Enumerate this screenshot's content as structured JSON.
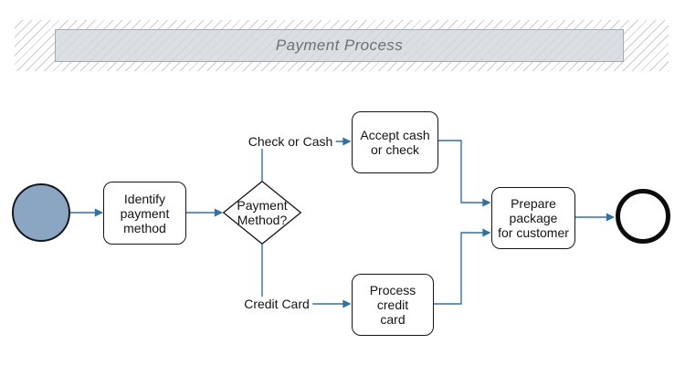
{
  "header": {
    "title": "Payment Process"
  },
  "flowchart": {
    "nodes": {
      "identify": {
        "label": "Identify\npayment\nmethod"
      },
      "decision": {
        "label": "Payment\nMethod?"
      },
      "accept_cash": {
        "label": "Accept cash\nor check"
      },
      "process_credit": {
        "label": "Process credit\ncard"
      },
      "prepare_package": {
        "label": "Prepare\npackage\nfor customer"
      }
    },
    "edge_labels": {
      "check_or_cash": "Check or Cash",
      "credit_card": "Credit Card"
    },
    "colors": {
      "connector": "#35719E",
      "start_event_fill": "#8BA6C3",
      "shape_border": "#141414",
      "banner_fill": "#D2D7DC",
      "hatch_line": "#C9CCCF",
      "title_text": "#6E7276"
    }
  }
}
